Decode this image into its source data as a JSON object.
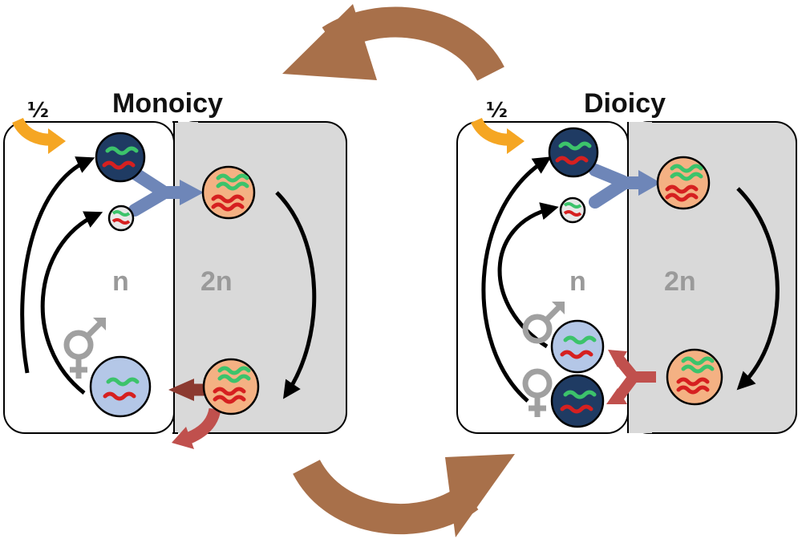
{
  "panels": [
    {
      "title": "Monoicy",
      "haploid_label": "n",
      "diploid_label": "2n",
      "fraction_label": "½"
    },
    {
      "title": "Dioicy",
      "haploid_label": "n",
      "diploid_label": "2n",
      "fraction_label": "½"
    }
  ],
  "colors": {
    "transition_arrow": "#A8704A",
    "zygote_fill": "#F4B183",
    "gamete_dark": "#1F3B63",
    "gametophyte_light": "#B4C7E7",
    "diploid_panel": "#D9D9D9",
    "chromosome_green": "#3CC36B",
    "chromosome_red": "#D62020",
    "fusion_arrow": "#6E86B8",
    "meiosis_arrow": "#C0504D",
    "sex_symbol": "#A0A0A0",
    "clonal_arrow": "#F5A623"
  },
  "icons": {
    "bisexual": "hermaphrodite-symbol-icon",
    "male": "male-symbol-icon",
    "female": "female-symbol-icon"
  }
}
